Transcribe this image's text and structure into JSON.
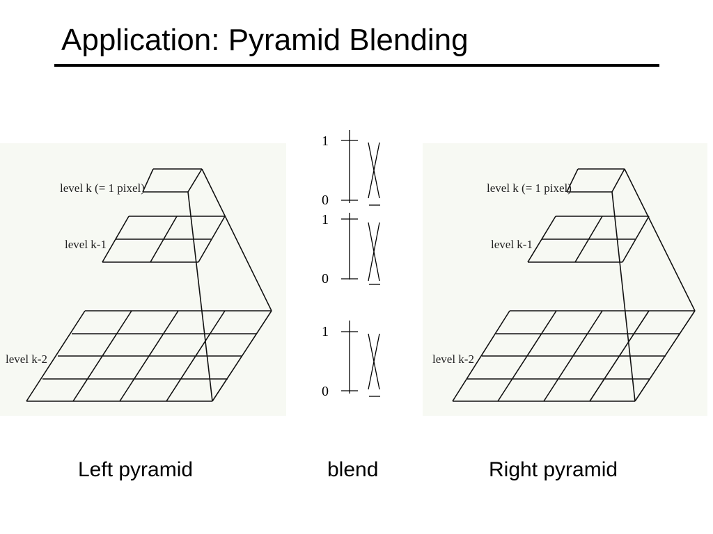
{
  "slide": {
    "title": "Application: Pyramid Blending"
  },
  "left_pyramid": {
    "label_top": "level k (= 1 pixel)",
    "label_mid": "level k-1",
    "label_bottom": "level k-2",
    "caption": "Left pyramid"
  },
  "blend": {
    "caption": "blend",
    "scales": [
      {
        "top": "1",
        "bottom": "0"
      },
      {
        "top": "1",
        "bottom": "0"
      },
      {
        "top": "1",
        "bottom": "0"
      }
    ]
  },
  "right_pyramid": {
    "label_top": "level k (= 1 pixel)",
    "label_mid": "level k-1",
    "label_bottom": "level k-2",
    "caption": "Right pyramid"
  }
}
